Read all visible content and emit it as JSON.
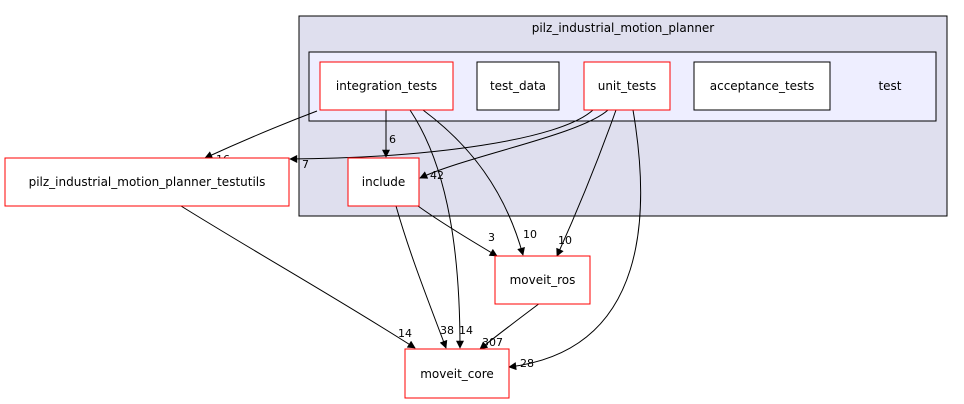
{
  "colors": {
    "outer_cluster_fill": "#dfdfee",
    "inner_cluster_fill": "#eeeeff",
    "cluster_border": "#000000",
    "node_border_red": "#ff0000",
    "node_border_black": "#000000",
    "edge": "#000000"
  },
  "clusters": {
    "outer": {
      "label": "pilz_industrial_motion_planner"
    },
    "inner": {
      "label": "test"
    }
  },
  "nodes": {
    "integration_tests": "integration_tests",
    "test_data": "test_data",
    "unit_tests": "unit_tests",
    "acceptance_tests": "acceptance_tests",
    "include": "include",
    "testutils": "pilz_industrial_motion_planner_testutils",
    "moveit_ros": "moveit_ros",
    "moveit_core": "moveit_core"
  },
  "edges": [
    {
      "id": "integration_tests-testutils",
      "from": "integration_tests",
      "to": "pilz_industrial_motion_planner_testutils",
      "count": "16"
    },
    {
      "id": "integration_tests-include",
      "from": "integration_tests",
      "to": "include",
      "count": "6"
    },
    {
      "id": "integration_tests-moveit_ros",
      "from": "integration_tests",
      "to": "moveit_ros",
      "count": "10"
    },
    {
      "id": "integration_tests-moveit_core",
      "from": "integration_tests",
      "to": "moveit_core",
      "count": "14"
    },
    {
      "id": "unit_tests-testutils",
      "from": "unit_tests",
      "to": "pilz_industrial_motion_planner_testutils",
      "count": "7"
    },
    {
      "id": "unit_tests-include",
      "from": "unit_tests",
      "to": "include",
      "count": "42"
    },
    {
      "id": "unit_tests-moveit_ros",
      "from": "unit_tests",
      "to": "moveit_ros",
      "count": "10"
    },
    {
      "id": "unit_tests-moveit_core",
      "from": "unit_tests",
      "to": "moveit_core",
      "count": "28"
    },
    {
      "id": "include-moveit_ros",
      "from": "include",
      "to": "moveit_ros",
      "count": "3"
    },
    {
      "id": "include-moveit_core",
      "from": "include",
      "to": "moveit_core",
      "count": "38"
    },
    {
      "id": "testutils-moveit_core",
      "from": "pilz_industrial_motion_planner_testutils",
      "to": "moveit_core",
      "count": "14"
    },
    {
      "id": "moveit_ros-moveit_core",
      "from": "moveit_ros",
      "to": "moveit_core",
      "count": "307"
    }
  ]
}
